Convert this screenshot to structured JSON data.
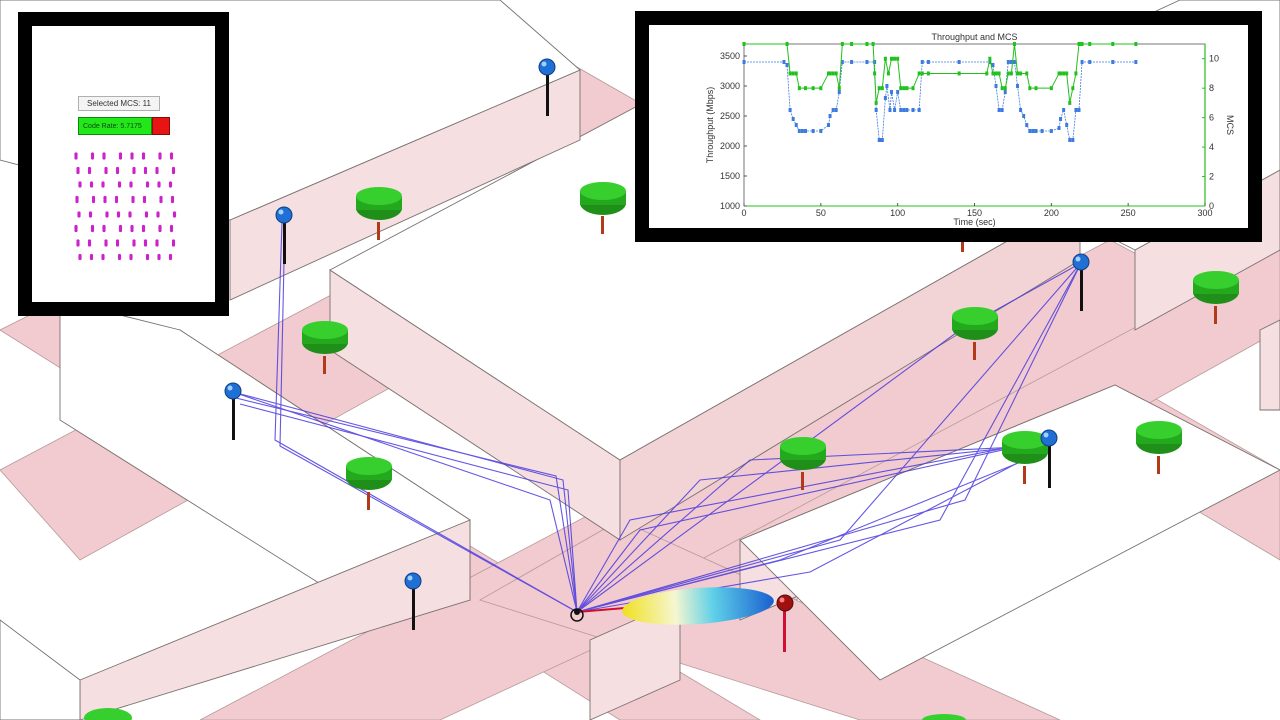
{
  "overlay": {
    "selected_mcs_label": "Selected MCS: 11",
    "code_rate_label": "Code Rate: 5.7175",
    "constellation_color": "#cc22cc"
  },
  "colors": {
    "building_top": "#ffffff",
    "building_side": "#f4dada",
    "street": "#f0c8cc",
    "ray": "#4a3adf",
    "tree": "#22a01e",
    "pin_blue": "#1f6fd4",
    "pin_red": "#b01010",
    "throughput_series": "#3d7be0",
    "mcs_series": "#22c01c"
  },
  "chart_data": {
    "type": "line",
    "title": "Throughput and MCS",
    "xlabel": "Time (sec)",
    "ylabel": "Throughput (Mbps)",
    "y2label": "MCS",
    "xlim": [
      0,
      300
    ],
    "ylim": [
      1000,
      3700
    ],
    "y2lim": [
      0,
      11
    ],
    "xticks": [
      0,
      50,
      100,
      150,
      200,
      250,
      300
    ],
    "yticks": [
      1000,
      1500,
      2000,
      2500,
      3000,
      3500
    ],
    "y2ticks": [
      0,
      2,
      4,
      6,
      8,
      10
    ],
    "grid": false,
    "series": [
      {
        "axis": "left",
        "x": [
          0,
          26,
          28,
          30,
          32,
          34,
          36,
          38,
          40,
          45,
          50,
          55,
          56,
          58,
          60,
          62,
          64,
          70,
          80,
          85,
          86,
          88,
          89,
          90,
          92,
          93,
          95,
          96,
          98,
          100,
          102,
          104,
          106,
          110,
          114,
          116,
          120,
          140,
          160,
          162,
          164,
          166,
          168,
          170,
          172,
          174,
          176,
          178,
          180,
          182,
          184,
          186,
          188,
          190,
          194,
          200,
          205,
          206,
          208,
          210,
          212,
          214,
          216,
          218,
          220,
          225,
          240,
          255
        ],
        "values": [
          3400,
          3400,
          3350,
          2600,
          2450,
          2350,
          2250,
          2250,
          2250,
          2250,
          2250,
          2350,
          2500,
          2600,
          2600,
          2900,
          3400,
          3400,
          3400,
          3400,
          2600,
          2100,
          2100,
          2100,
          2800,
          3000,
          2600,
          2900,
          2600,
          2900,
          2600,
          2600,
          2600,
          2600,
          2600,
          3400,
          3400,
          3400,
          3400,
          3350,
          3000,
          2600,
          2600,
          2900,
          3400,
          3400,
          3400,
          3000,
          2600,
          2500,
          2350,
          2250,
          2250,
          2250,
          2250,
          2250,
          2300,
          2450,
          2600,
          2350,
          2100,
          2100,
          2600,
          2600,
          3400,
          3400,
          3400,
          3400
        ]
      },
      {
        "axis": "right",
        "x": [
          0,
          28,
          30,
          32,
          34,
          36,
          40,
          45,
          50,
          55,
          56,
          58,
          60,
          62,
          64,
          70,
          80,
          84,
          85,
          86,
          88,
          90,
          92,
          94,
          96,
          98,
          100,
          102,
          104,
          106,
          110,
          114,
          116,
          120,
          140,
          158,
          160,
          162,
          164,
          166,
          168,
          170,
          172,
          174,
          176,
          178,
          180,
          184,
          186,
          190,
          200,
          205,
          206,
          208,
          210,
          212,
          214,
          216,
          218,
          220,
          225,
          240,
          255
        ],
        "values": [
          11,
          11,
          9,
          9,
          9,
          8,
          8,
          8,
          8,
          9,
          9,
          9,
          9,
          8,
          11,
          11,
          11,
          11,
          9,
          7,
          8,
          8,
          10,
          9,
          10,
          10,
          10,
          8,
          8,
          8,
          8,
          9,
          9,
          9,
          9,
          9,
          10,
          9,
          9,
          9,
          8,
          8,
          9,
          9,
          11,
          9,
          9,
          9,
          8,
          8,
          8,
          9,
          9,
          9,
          9,
          7,
          8,
          9,
          11,
          11,
          11,
          11,
          11
        ]
      }
    ]
  }
}
